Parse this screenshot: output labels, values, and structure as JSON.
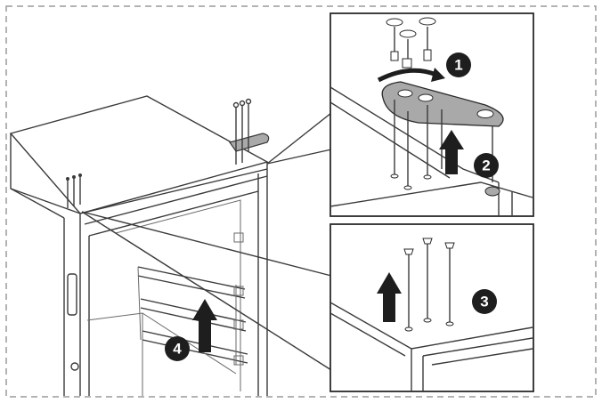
{
  "steps": [
    {
      "id": 1,
      "label": "1"
    },
    {
      "id": 2,
      "label": "2"
    },
    {
      "id": 3,
      "label": "3"
    },
    {
      "id": 4,
      "label": "4"
    }
  ],
  "colors": {
    "line": "#3a3a3a",
    "frame_dash": "#9a9a9a",
    "step_badge": "#1e1e1e",
    "hinge_fill": "#a9a9a9",
    "arrow": "#1e1e1e"
  }
}
